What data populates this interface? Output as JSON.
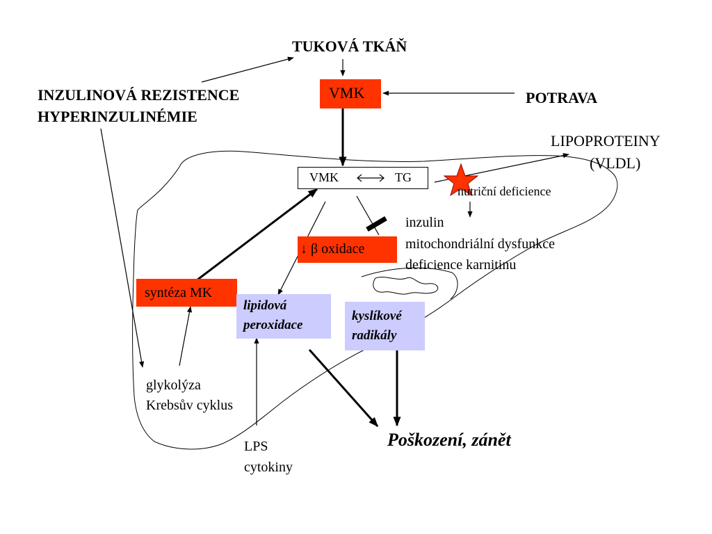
{
  "labels": {
    "tukova_tkan": "TUKOVÁ TKÁŇ",
    "inzulinova_rezistence": "INZULINOVÁ REZISTENCE",
    "hyperinzulinemie": "HYPERINZULINÉMIE",
    "vmk_top": "VMK",
    "potrava": "POTRAVA",
    "lipoproteiny": "LIPOPROTEINY",
    "vldl": "(VLDL)",
    "vmk_inner": "VMK",
    "tg": "TG",
    "nutricni_deficience": "nutriční deficience",
    "inzulin": "inzulin",
    "mitochondrialni": "mitochondriální dysfunkce",
    "deficience_karnitinu": "deficience karnitinu",
    "beta_oxidace": "↓ β oxidace",
    "synteza_mk": "syntéza MK",
    "lipidova": "lipidová",
    "peroxidace": "peroxidace",
    "kyslikove": "kyslíkové",
    "radikaly": "radikály",
    "glykolyza": "glykolýza",
    "krebsuv_cyklus": "Krebsův cyklus",
    "lps": "LPS",
    "cytokiny": "cytokiny",
    "poskozeni": "Poškození, zánět"
  },
  "colors": {
    "red_box": "#ff3300",
    "blue_box": "#ccccff",
    "star": "#ff3300",
    "line": "#000000"
  }
}
